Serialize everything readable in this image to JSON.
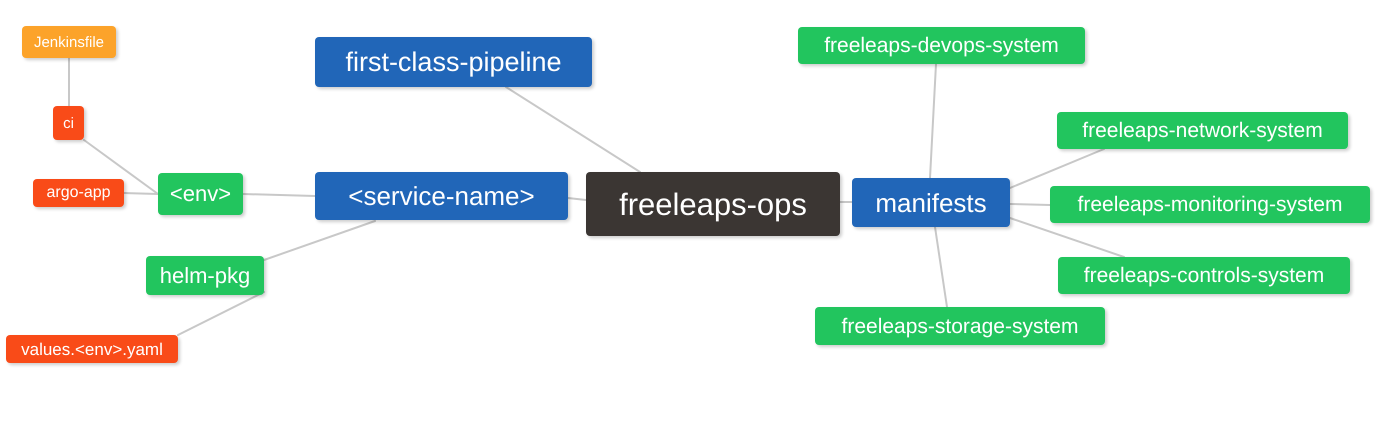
{
  "diagram": {
    "type": "mindmap",
    "title": "freeleaps-ops",
    "background_color": "#ffffff",
    "edge_color": "#c8c8c8",
    "colors": {
      "root": "#3b3633",
      "blue": "#2166b8",
      "green": "#22c55e",
      "orange": "#fca32a",
      "red": "#f94b18",
      "text": "#ffffff"
    }
  },
  "nodes": {
    "root": {
      "label": "freeleaps-ops"
    },
    "service_name": {
      "label": "<service-name>"
    },
    "first_class_pipeline": {
      "label": "first-class-pipeline"
    },
    "manifests": {
      "label": "manifests"
    },
    "env": {
      "label": "<env>"
    },
    "ci": {
      "label": "ci"
    },
    "jenkinsfile": {
      "label": "Jenkinsfile"
    },
    "argo_app": {
      "label": "argo-app"
    },
    "helm_pkg": {
      "label": "helm-pkg"
    },
    "values_yaml": {
      "label": "values.<env>.yaml"
    },
    "devops_system": {
      "label": "freeleaps-devops-system"
    },
    "network_system": {
      "label": "freeleaps-network-system"
    },
    "monitoring_system": {
      "label": "freeleaps-monitoring-system"
    },
    "controls_system": {
      "label": "freeleaps-controls-system"
    },
    "storage_system": {
      "label": "freeleaps-storage-system"
    }
  },
  "edges": [
    {
      "from": "first_class_pipeline",
      "to": "root"
    },
    {
      "from": "service_name",
      "to": "root"
    },
    {
      "from": "root",
      "to": "manifests"
    },
    {
      "from": "env",
      "to": "service_name"
    },
    {
      "from": "helm_pkg",
      "to": "service_name"
    },
    {
      "from": "ci",
      "to": "env"
    },
    {
      "from": "argo_app",
      "to": "env"
    },
    {
      "from": "jenkinsfile",
      "to": "ci"
    },
    {
      "from": "values_yaml",
      "to": "helm_pkg"
    },
    {
      "from": "manifests",
      "to": "devops_system"
    },
    {
      "from": "manifests",
      "to": "network_system"
    },
    {
      "from": "manifests",
      "to": "monitoring_system"
    },
    {
      "from": "manifests",
      "to": "controls_system"
    },
    {
      "from": "manifests",
      "to": "storage_system"
    }
  ]
}
